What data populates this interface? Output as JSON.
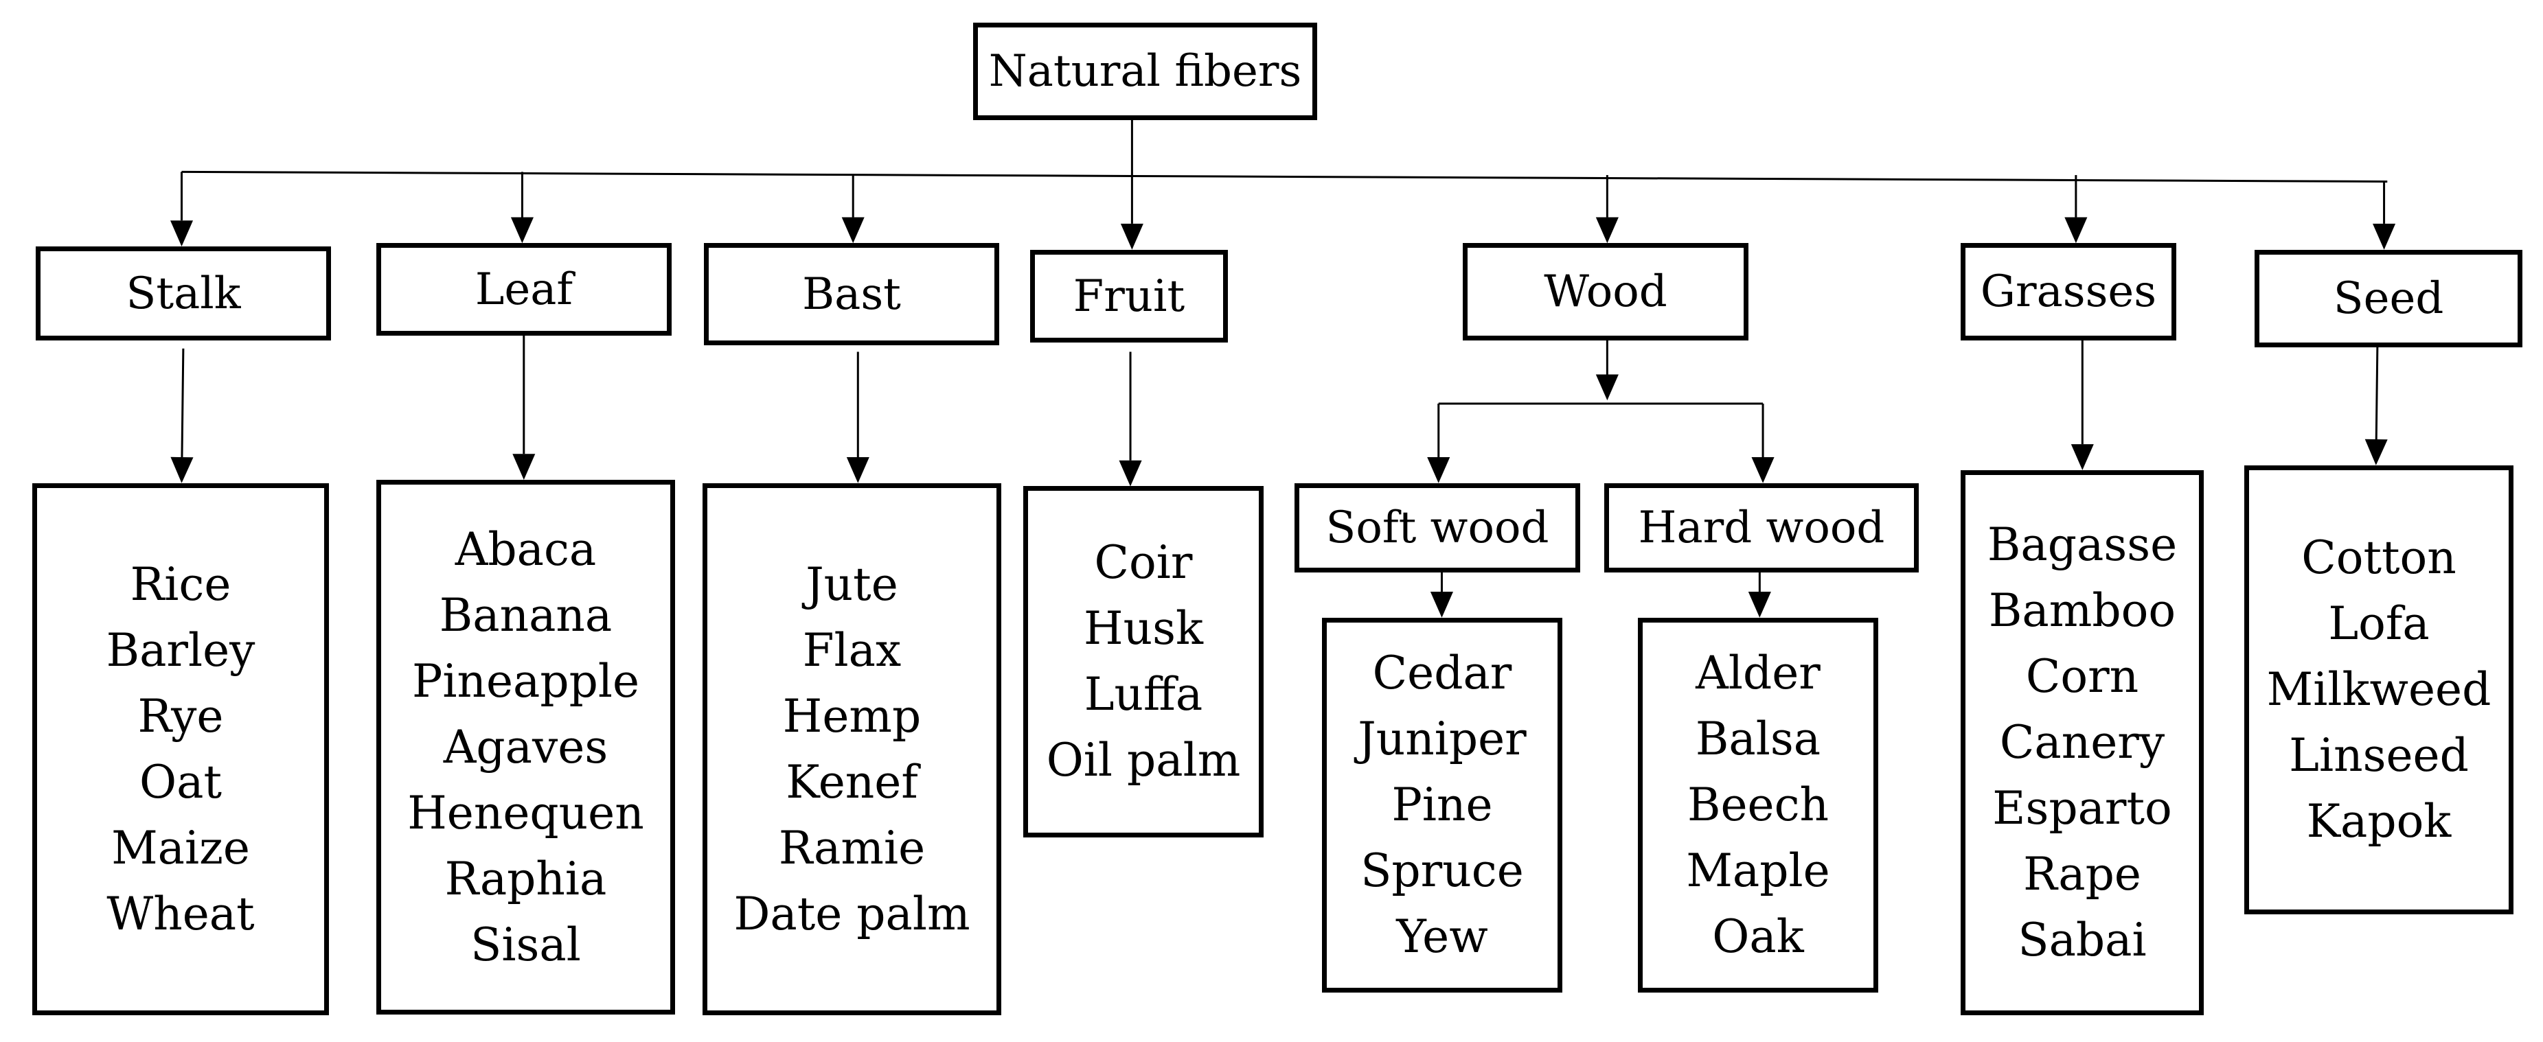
{
  "root": "Natural fibers",
  "categories": [
    {
      "id": "stalk",
      "label": "Stalk",
      "items": [
        "Rice",
        "Barley",
        "Rye",
        "Oat",
        "Maize",
        "Wheat"
      ]
    },
    {
      "id": "leaf",
      "label": "Leaf",
      "items": [
        "Abaca",
        "Banana",
        "Pineapple",
        "Agaves",
        "Henequen",
        "Raphia",
        "Sisal"
      ]
    },
    {
      "id": "bast",
      "label": "Bast",
      "items": [
        "Jute",
        "Flax",
        "Hemp",
        "Kenef",
        "Ramie",
        "Date palm"
      ]
    },
    {
      "id": "fruit",
      "label": "Fruit",
      "items": [
        "Coir",
        "Husk",
        "Luffa",
        "Oil palm"
      ]
    },
    {
      "id": "wood",
      "label": "Wood",
      "subcategories": [
        {
          "id": "softwood",
          "label": "Soft wood",
          "items": [
            "Cedar",
            "Juniper",
            "Pine",
            "Spruce",
            "Yew"
          ]
        },
        {
          "id": "hardwood",
          "label": "Hard wood",
          "items": [
            "Alder",
            "Balsa",
            "Beech",
            "Maple",
            "Oak"
          ]
        }
      ]
    },
    {
      "id": "grasses",
      "label": "Grasses",
      "items": [
        "Bagasse",
        "Bamboo",
        "Corn",
        "Canery",
        "Esparto",
        "Rape",
        "Sabai"
      ]
    },
    {
      "id": "seed",
      "label": "Seed",
      "items": [
        "Cotton",
        "Lofa",
        "Milkweed",
        "Linseed",
        "Kapok"
      ]
    }
  ]
}
